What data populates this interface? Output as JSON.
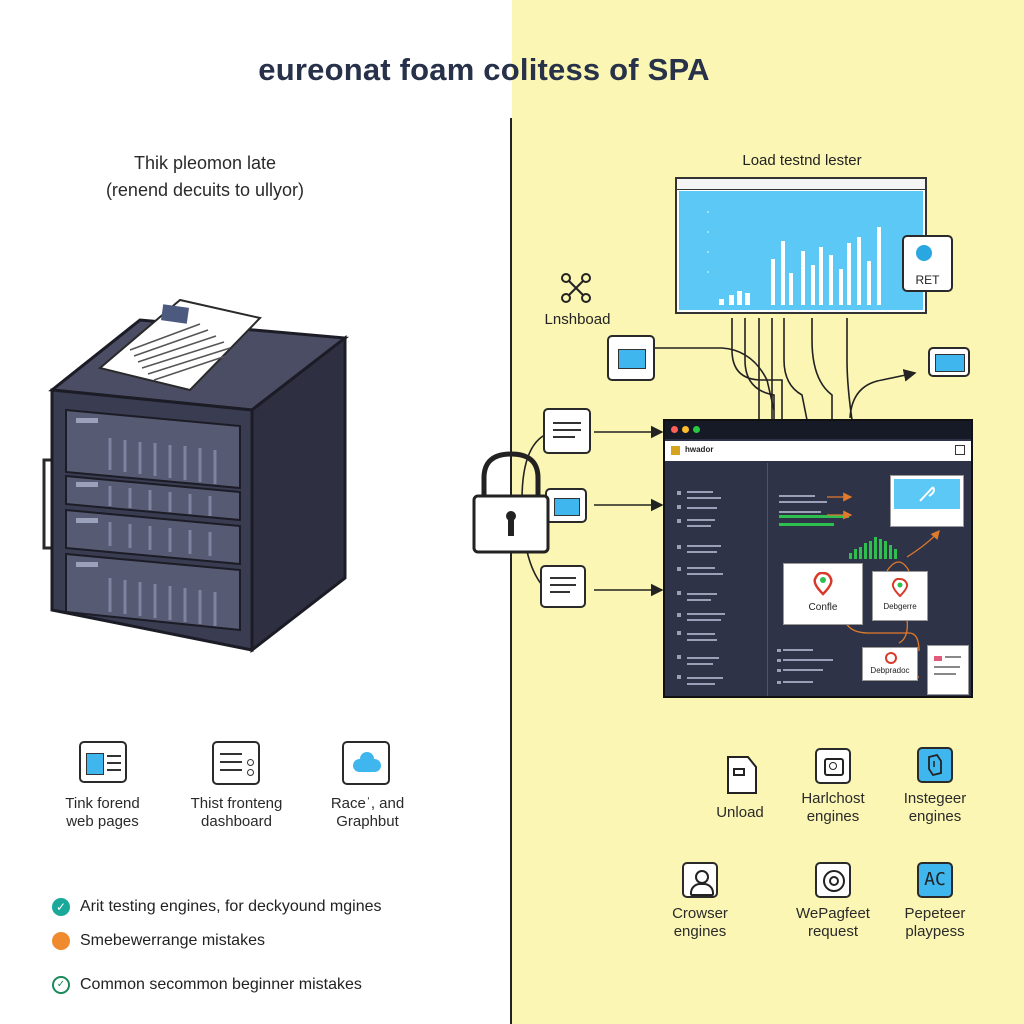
{
  "title": "eureonat foam colitess of SPA",
  "left": {
    "subtitle_line1": "Thik pleomon late",
    "subtitle_line2": "(renend decuits to ullyor)",
    "icons": [
      {
        "icon": "web-page-icon",
        "line1": "Tink forend",
        "line2": "web pages"
      },
      {
        "icon": "dashboard-list-icon",
        "line1": "Thist fronteng",
        "line2": "dashboard"
      },
      {
        "icon": "cloud-icon",
        "line1": "Raceˈ, and",
        "line2": "Graphbut"
      }
    ],
    "legend": [
      {
        "text": "Arit testing engines, for deckyound mgines",
        "color": "#1aa89a",
        "symbol": "✓"
      },
      {
        "text": "Smebewerrange mistakes",
        "color": "#ef8b2c",
        "symbol": "◦"
      },
      {
        "text": "Common secommon beginner mistakes",
        "color": "#ffffff",
        "symbol": "✓"
      }
    ]
  },
  "right": {
    "load_tester_label": "Load testnd lester",
    "ret_label": "RET",
    "dashboard_label": "Lnshboad",
    "browser_tab_text": "hwador",
    "card_labels": {
      "card1": "Confle",
      "card2": "Debgerre",
      "card3": "Debpradoc"
    },
    "icons": [
      {
        "icon": "document-icon",
        "line1": "Unload",
        "line2": ""
      },
      {
        "icon": "monitor-icon",
        "line1": "Harlchost",
        "line2": "engines"
      },
      {
        "icon": "tag-icon",
        "line1": "Instegeer",
        "line2": "engines"
      },
      {
        "icon": "user-icon",
        "line1": "Crowser",
        "line2": "engines"
      },
      {
        "icon": "target-icon",
        "line1": "WePagfeet",
        "line2": "request"
      },
      {
        "icon": "ac-icon",
        "line1": "Pepeteer",
        "line2": "playpess"
      }
    ]
  },
  "colors": {
    "right_bg": "#fbf6b4",
    "chart_bg": "#5bc8f5",
    "dark_panel": "#2f3347",
    "server": "#3a3d52",
    "accent_orange": "#e07a2c",
    "accent_green": "#2fbf4f",
    "check_teal": "#1aa89a"
  }
}
